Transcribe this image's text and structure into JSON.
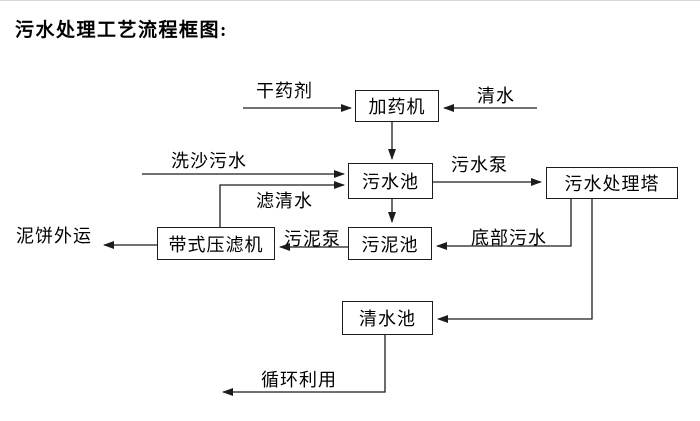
{
  "title": "污水处理工艺流程框图:",
  "nodes": {
    "dosing_machine": {
      "label": "加药机"
    },
    "sewage_pool": {
      "label": "污水池"
    },
    "treatment_tower": {
      "label": "污水处理塔"
    },
    "sludge_pool": {
      "label": "污泥池"
    },
    "belt_filter_press": {
      "label": "带式压滤机"
    },
    "clean_water_pool": {
      "label": "清水池"
    }
  },
  "flow_labels": {
    "dry_chemical": "干药剂",
    "clean_water": "清水",
    "sand_washing_sewage": "洗沙污水",
    "sewage_pump": "污水泵",
    "filtered_water": "滤清水",
    "sludge_pump": "污泥泵",
    "bottom_sewage": "底部污水",
    "mud_cake_outbound": "泥饼外运",
    "recycling": "循环利用"
  },
  "edges": [
    {
      "from": "干药剂(输入)",
      "to": "加药机",
      "label": "干药剂"
    },
    {
      "from": "清水(输入)",
      "to": "加药机",
      "label": "清水"
    },
    {
      "from": "加药机",
      "to": "污水池",
      "label": ""
    },
    {
      "from": "洗沙污水(输入)",
      "to": "污水池",
      "label": "洗沙污水"
    },
    {
      "from": "带式压滤机",
      "to": "污水池",
      "label": "滤清水"
    },
    {
      "from": "污水池",
      "to": "污水处理塔",
      "label": "污水泵"
    },
    {
      "from": "污水池",
      "to": "污泥池",
      "label": ""
    },
    {
      "from": "污水处理塔",
      "to": "污泥池",
      "label": "底部污水"
    },
    {
      "from": "污泥池",
      "to": "带式压滤机",
      "label": "污泥泵"
    },
    {
      "from": "带式压滤机",
      "to": "泥饼外运(输出)",
      "label": "泥饼外运"
    },
    {
      "from": "污水处理塔",
      "to": "清水池",
      "label": ""
    },
    {
      "from": "清水池",
      "to": "循环利用(输出)",
      "label": "循环利用"
    }
  ],
  "colors": {
    "line": "#1c1c1c",
    "text": "#000000",
    "background": "#ffffff"
  }
}
